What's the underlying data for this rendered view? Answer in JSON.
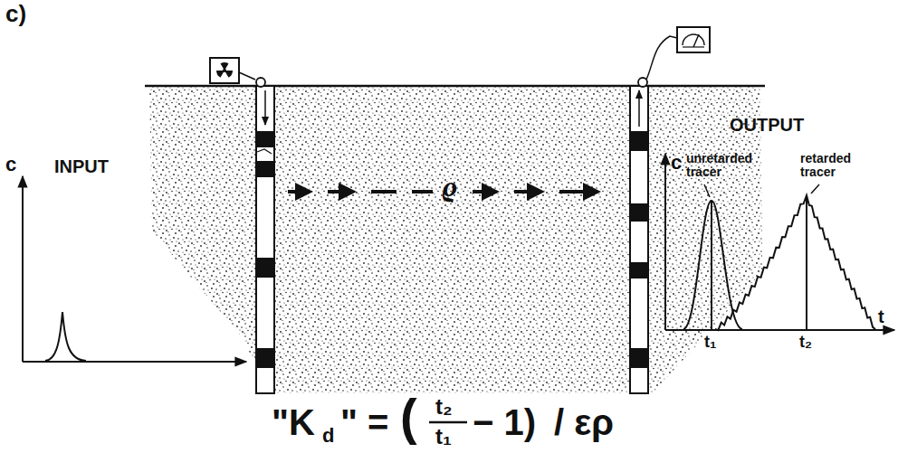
{
  "diagram": {
    "labels": [
      "c)",
      "c",
      "INPUT",
      "OUTPUT",
      "c",
      "unretarded tracer",
      "retarded tracer",
      "t₁",
      "t₂",
      "t",
      "ϱ",
      "\"K",
      "d",
      "\" =",
      "(",
      "t₂",
      "t₁",
      "− 1)",
      "/ ερ"
    ]
  }
}
